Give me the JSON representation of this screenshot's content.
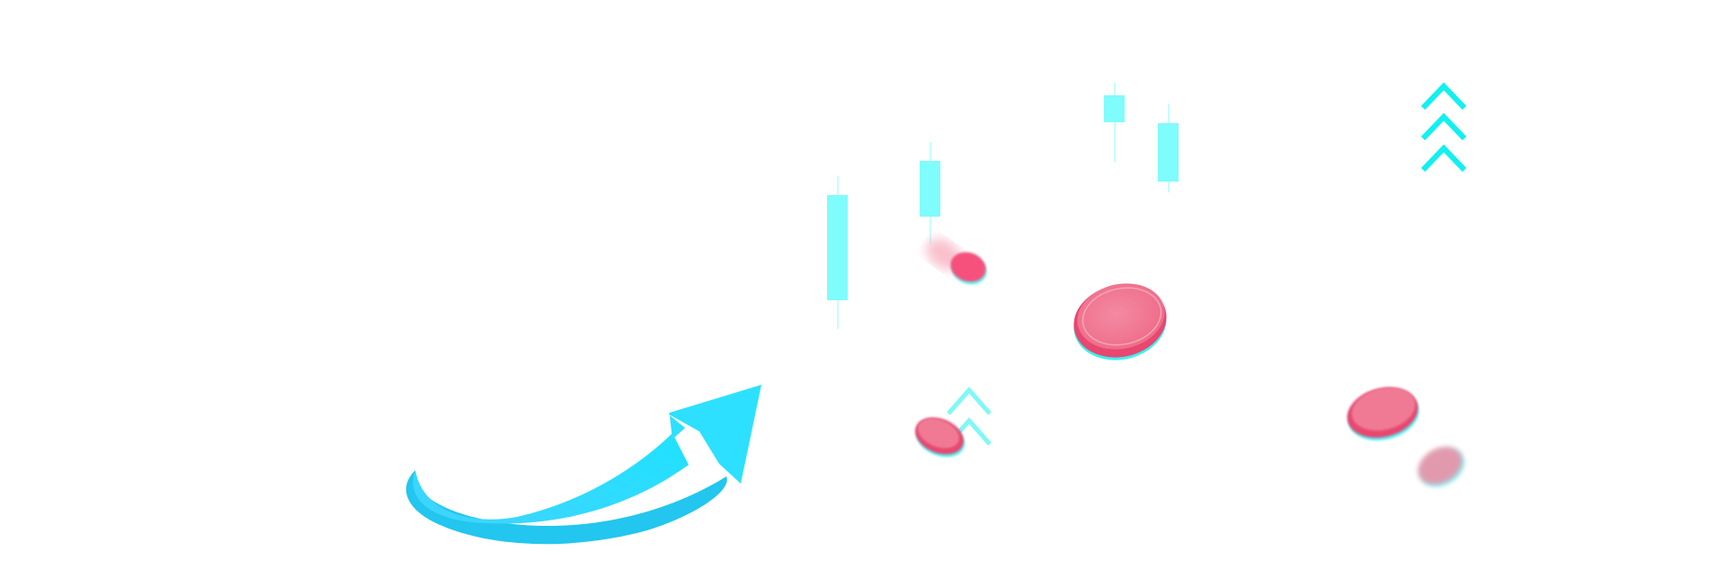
{
  "colors": {
    "background": "#ffffff",
    "arrow": "#2ee0ff",
    "arrow_shadow": "#1ab8e0",
    "candle": "#7ffcfc",
    "chevron": "#12f0f0",
    "chevron_light": "#7ff8f8",
    "coin_face": "#f07a94",
    "coin_rim": "#e8476f",
    "coin_edge_accent": "#3cf0f0",
    "coin_highlight": "#f7b2c2"
  },
  "icons": {
    "arrow": "rising-arrow-icon",
    "candles": "candlestick-icon",
    "chevrons": "chevron-up-icon",
    "coins": "coin-icon"
  },
  "candles_count": 4,
  "coins_count": 5,
  "chevron_groups": [
    {
      "count": 3
    },
    {
      "count": 2
    }
  ]
}
